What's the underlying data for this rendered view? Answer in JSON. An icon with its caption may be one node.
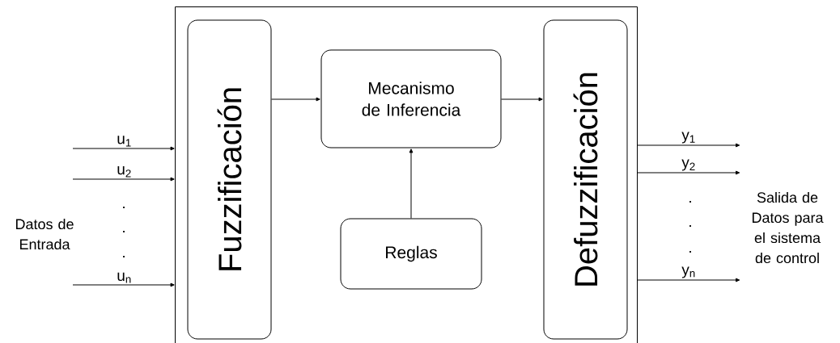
{
  "diagram": {
    "nodes": [
      {
        "text": [],
        "shape": "box"
      },
      {
        "text": [
          "Fuzzificación"
        ],
        "in": 0
      },
      {
        "text": [
          "Mecanismo de Inferencia"
        ],
        "in": 0
      },
      {
        "text": [
          "Reglas"
        ],
        "in": 0
      },
      {
        "text": [
          "Defuzzificación"
        ],
        "in": 0
      }
    ],
    "edges": [
      {
        "from": null,
        "to": 0,
        "arrow": "to",
        "label": "u$_{1}$"
      },
      {
        "from": null,
        "to": 0,
        "arrow": "to",
        "label": "u$_{2}$"
      },
      {
        "from": null,
        "to": 0,
        "arrow": "to",
        "label": "u$_{n}$"
      },
      {
        "from": 1,
        "to": 2,
        "arrow": "to"
      },
      {
        "from": 2,
        "to": 4,
        "arrow": "to"
      },
      {
        "from": 3,
        "to": 2,
        "arrow": "to"
      },
      {
        "from": 0,
        "to": null,
        "arrow": "to",
        "label": "y$_{1}$"
      },
      {
        "from": 0,
        "to": null,
        "arrow": "to",
        "label": "y$_{2}$"
      },
      {
        "from": 0,
        "to": null,
        "arrow": "to",
        "label": "y$_{n}$"
      }
    ],
    "labels": [
      ".",
      ".",
      ".",
      "Datos de Entrada",
      ".",
      ".",
      ".",
      "Salida de Datos para el sistema de control"
    ]
  }
}
